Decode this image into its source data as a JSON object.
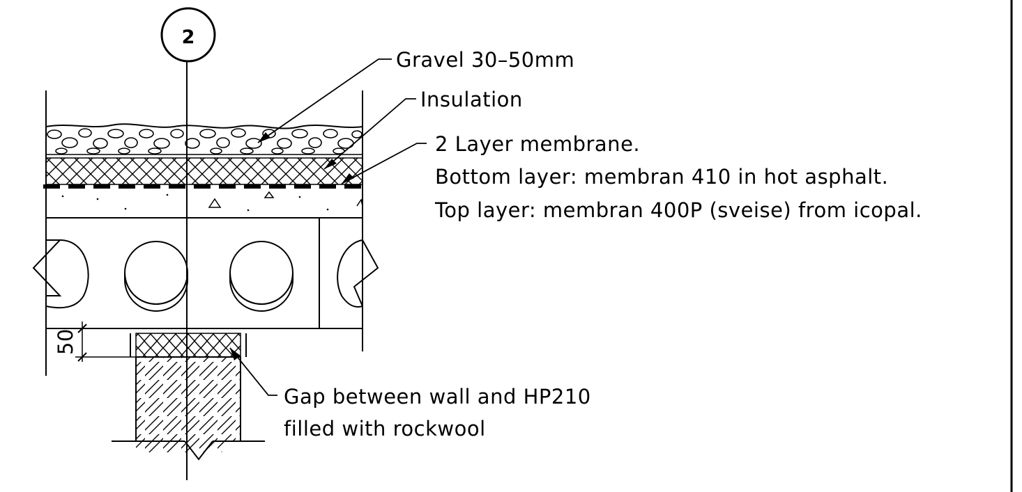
{
  "grid_bubble": {
    "label": "2"
  },
  "labels": {
    "gravel": "Gravel 30–50mm",
    "insulation": "Insulation",
    "membrane_title": "2 Layer membrane.",
    "membrane_bottom": "Bottom layer: membran 410 in hot asphalt.",
    "membrane_top": "Top layer: membran 400P (sveise) from icopal.",
    "gap_line1": "Gap between wall and HP210",
    "gap_line2": "filled with rockwool"
  },
  "dimension": {
    "value": "50"
  }
}
